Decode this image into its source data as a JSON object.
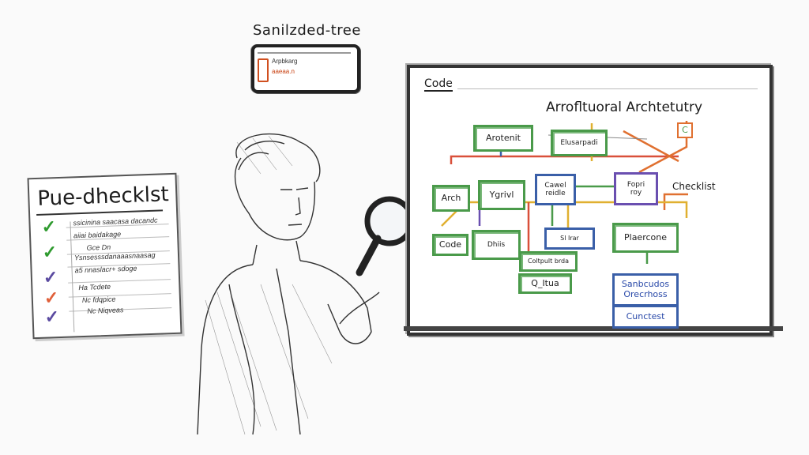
{
  "top_card": {
    "title": "Sanilzded-tree",
    "lines": [
      "Arpbkarg",
      "aaeaa.n"
    ]
  },
  "checklist_paper": {
    "title": "Pue-dhecklst",
    "items": [
      {
        "text": "ssicinina saacasa dacandc",
        "check_color": "#2e9a2e"
      },
      {
        "text": "aiiai baidakage",
        "check_color": ""
      },
      {
        "text": "Gce  Dn",
        "check_color": "#2e9a2e"
      },
      {
        "text": "Ysnsesssdanaaasnaasag",
        "check_color": ""
      },
      {
        "text": "a5 nnaslacr+ sdoge",
        "check_color": ""
      },
      {
        "text": "Ha Tcdete",
        "check_color": "#5a4aa0"
      },
      {
        "text": "Nc fdqpice",
        "check_color": "#e0603a"
      },
      {
        "text": "Nc Niqveas",
        "check_color": "#5a4aa0"
      }
    ]
  },
  "whiteboard": {
    "label": "Code",
    "title": "Arrofltuoral Archtetutry",
    "side_label": "Checklist",
    "nodes": {
      "arotenit": "Arotenit",
      "elusarpadi": "Elusarpadi",
      "c_small": "C",
      "arch": "Arch",
      "yegrivl": "Ygrivl",
      "cawel": "Cawel\nreidle",
      "foprri": "Fopri\nroy",
      "code": "Code",
      "dhmis": "Dhiis",
      "sltar": "Sl  Irar",
      "plaercone": "Plaercone",
      "coltpult": "Coltpult brda",
      "qitua": "Q_Itua",
      "sanbcudas": "Sanbcudos\nOrecrhoss",
      "cuncetest": "Cunctest"
    }
  },
  "colors": {
    "green": "#4a9a4a",
    "blue": "#3a5fa8",
    "purple": "#6a4fb0",
    "orange": "#e07030",
    "red": "#d9503a",
    "yellow": "#e0b030"
  }
}
